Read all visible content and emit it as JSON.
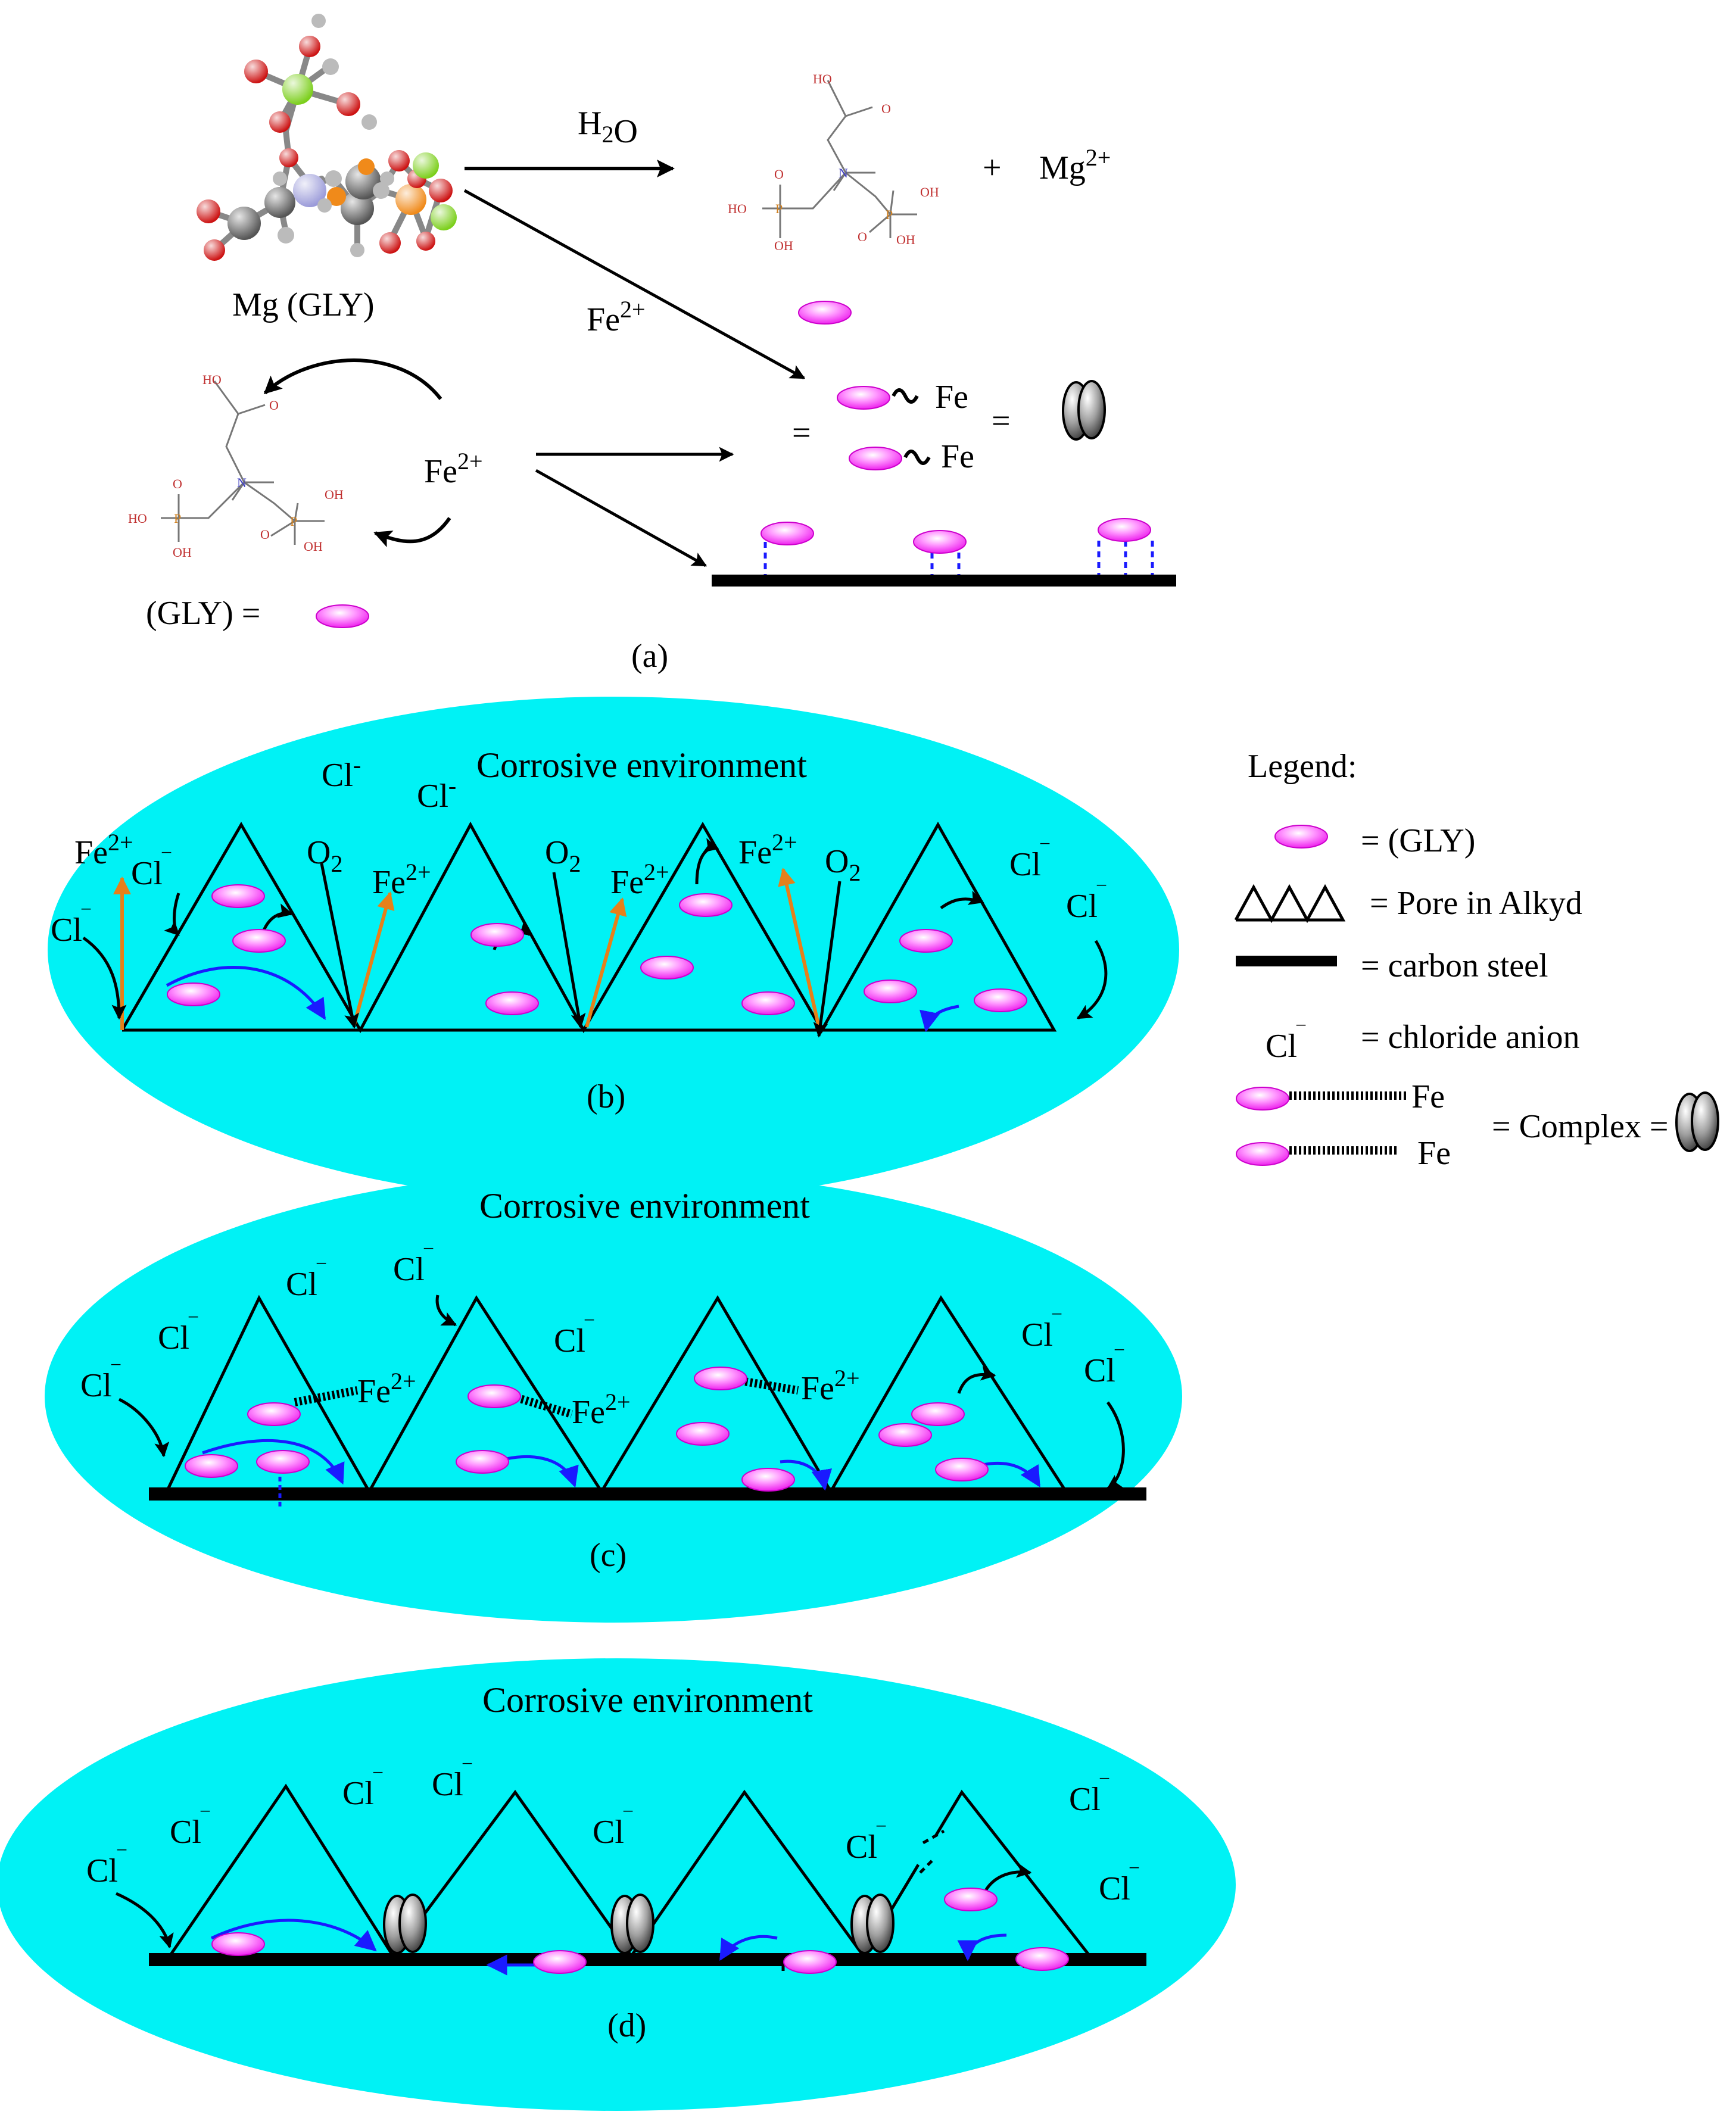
{
  "colors": {
    "environment": "#00f2f5",
    "gly_inhibitor": "#ff33ff",
    "steel": "#000000",
    "blue_arrow": "#1a1aff",
    "orange_arrow": "#e6801a",
    "mg_atom": "#7ccf1c",
    "oxygen_atom": "#cc1111",
    "phosphorus_atom": "#f08a1a",
    "nitrogen_atom": "#9b9bd9"
  },
  "panel_a": {
    "label": "(a)",
    "mg_complex_label": "Mg (GLY)",
    "water": "H2O",
    "plus": "+",
    "mg_ion": "Mg2+",
    "fe_ion": "Fe2+",
    "fe": "Fe",
    "equals": "=",
    "gly_def": "(GLY) =",
    "molecule_atoms": {
      "oh": "OH",
      "ho": "HO",
      "o": "O",
      "n": "N",
      "p": "P"
    }
  },
  "panel_b": {
    "label": "(b)",
    "environment": "Corrosive environment",
    "cl_minus_sup": "Cl-",
    "cl_dash": "Cl‾",
    "fe_ion": "Fe2+",
    "oxygen": "O2"
  },
  "panel_c": {
    "label": "(c)",
    "environment": "Corrosive environment",
    "cl_dash": "Cl‾",
    "fe_ion": "Fe2+"
  },
  "panel_d": {
    "label": "(d)",
    "environment": "Corrosive environment",
    "cl_dash": "Cl‾"
  },
  "legend": {
    "title": "Legend:",
    "gly": "= (GLY)",
    "pore": "= Pore in Alkyd",
    "steel": "= carbon steel",
    "chloride_symbol": "Cl‾",
    "chloride": "= chloride anion",
    "fe": "Fe",
    "complex": "= Complex ="
  }
}
